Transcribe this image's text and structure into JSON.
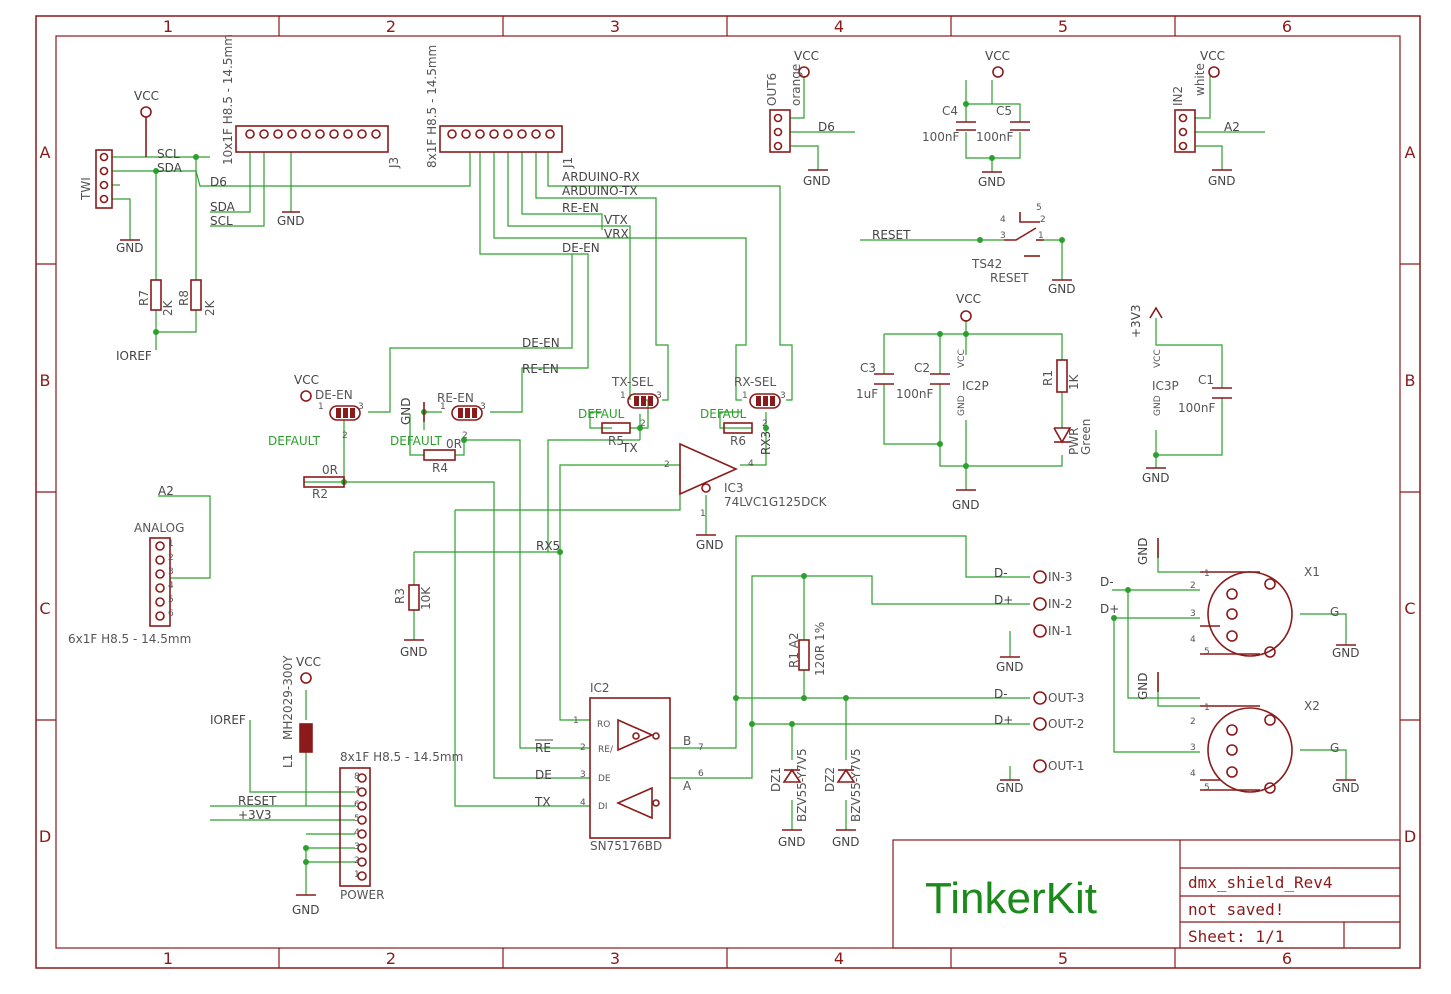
{
  "frame": {
    "columns": [
      "1",
      "2",
      "3",
      "4",
      "5",
      "6"
    ],
    "rows": [
      "A",
      "B",
      "C",
      "D"
    ]
  },
  "title_block": {
    "brand": "TinkerKit",
    "name": "dmx_shield_Rev4",
    "status": "not saved!",
    "sheet": "Sheet: 1/1"
  },
  "nets": {
    "vcc": "VCC",
    "gnd": "GND",
    "v3v3": "+3V3",
    "scl": "SCL",
    "sda": "SDA",
    "d6": "D6",
    "ioref": "IOREF",
    "arduino_rx": "ARDUINO-RX",
    "arduino_tx": "ARDUINO-TX",
    "re_en": "RE-EN",
    "de_en": "DE-EN",
    "vtx": "VTX",
    "vrx": "VRX",
    "rx5": "RX5",
    "rx3": "RX3",
    "tx": "TX",
    "a2": "A2",
    "reset": "RESET",
    "dminus": "D-",
    "dplus": "D+",
    "re_bar": "RE",
    "de": "DE"
  },
  "components": {
    "twi": "TWI",
    "j3_desc": "10x1F H8.5 - 14.5mm",
    "j3": "J3",
    "j1_desc": "8x1F H8.5 - 14.5mm",
    "j1": "J1",
    "r7": "R7",
    "r7v": "2K",
    "r8": "R8",
    "r8v": "2K",
    "out6": "OUT6",
    "orange": "orange",
    "c4": "C4",
    "c4v": "100nF",
    "c5": "C5",
    "c5v": "100nF",
    "in2": "IN2",
    "white": "white",
    "ts42": "TS42",
    "reset_lbl": "RESET",
    "c3": "C3",
    "c3v": "1uF",
    "c2": "C2",
    "c2v": "100nF",
    "ic2p": "IC2P",
    "r1": "R1",
    "r1v": "1K",
    "pwr": "PWR",
    "green": "Green",
    "c1": "C1",
    "c1v": "100nF",
    "ic3p": "IC3P",
    "de_en_j": "DE-EN",
    "re_en_j": "RE-EN",
    "tx_sel": "TX-SEL",
    "rx_sel": "RX-SEL",
    "default": "DEFAULT",
    "default_short": "DEFAUL",
    "r2": "R2",
    "r2v": "0R",
    "r4": "R4",
    "r4v": "0R",
    "r5": "R5",
    "r6": "R6",
    "ic3": "IC3",
    "ic3v": "74LVC1G125DCK",
    "analog": "ANALOG",
    "analog_desc": "6x1F H8.5 - 14.5mm",
    "r3": "R3",
    "r3v": "10K",
    "l1": "L1",
    "l1v": "MH2029-300Y",
    "power": "POWER",
    "power_desc": "8x1F H8.5 - 14.5mm",
    "ic2": "IC2",
    "ic2v": "SN75176BD",
    "r1a2": "R1 A2",
    "r1a2v": "120R 1%",
    "dz1": "DZ1",
    "dz2": "DZ2",
    "dzv": "BZV55-Y7V5",
    "x1": "X1",
    "x2": "X2",
    "g": "G",
    "in3": "IN-3",
    "in2p": "IN-2",
    "in1": "IN-1",
    "out3": "OUT-3",
    "out2": "OUT-2",
    "out1": "OUT-1",
    "ro": "RO",
    "re_pin": "RE/",
    "de_pin": "DE",
    "di": "DI",
    "a": "A",
    "b": "B",
    "vcc_pin": "VCC",
    "gnd_pin": "GND"
  }
}
